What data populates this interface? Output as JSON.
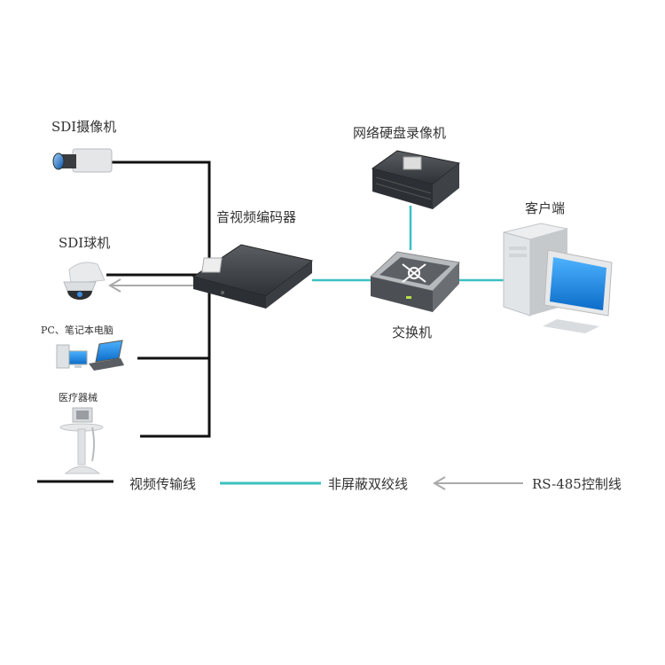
{
  "title": "SDI Video Encoder Network Topology",
  "nodes": {
    "sdi_camera": "SDI摄像机",
    "sdi_dome": "SDI球机",
    "pc_laptop": "PC、笔记本电脑",
    "medical": "医疗器械",
    "encoder": "音视频编码器",
    "nvr": "网络硬盘录像机",
    "switch": "交换机",
    "client": "客户端"
  },
  "legend": {
    "video_line": "视频传输线",
    "utp_line": "非屏蔽双绞线",
    "rs485_line": "RS-485控制线"
  },
  "colors": {
    "video_line": "#111111",
    "utp_line": "#3cc0c0",
    "rs485_line": "#aaaaaa"
  }
}
